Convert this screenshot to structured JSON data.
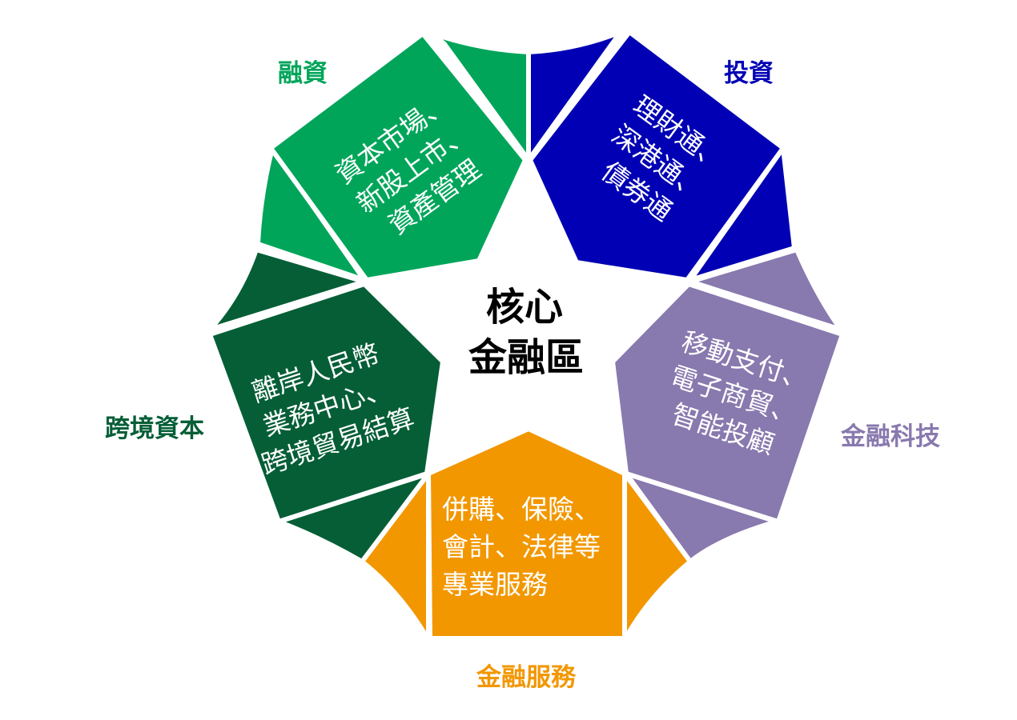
{
  "center": {
    "line1": "核心",
    "line2": "金融區"
  },
  "segments": [
    {
      "id": "financing",
      "label": "融資",
      "color": "#00a55a",
      "dark": "#00a55a",
      "lines": [
        "資本市場、",
        "新股上市、",
        "資產管理"
      ]
    },
    {
      "id": "investment",
      "label": "投資",
      "color": "#0100b4",
      "dark": "#0100b4",
      "lines": [
        "理財通、",
        "深港通、",
        "債券通"
      ]
    },
    {
      "id": "fintech",
      "label": "金融科技",
      "color": "#8879ae",
      "dark": "#8879ae",
      "lines": [
        "移動支付、",
        "電子商貿、",
        "智能投顧"
      ]
    },
    {
      "id": "financial-services",
      "label": "金融服務",
      "color": "#f29700",
      "dark": "#f29700",
      "lines": [
        "併購、保險、",
        "會計、法律等",
        "專業服務"
      ]
    },
    {
      "id": "crossborder-capital",
      "label": "跨境資本",
      "color": "#055e36",
      "dark": "#055e36",
      "lines": [
        "離岸人民幣",
        "業務中心、",
        "跨境貿易結算"
      ]
    }
  ]
}
